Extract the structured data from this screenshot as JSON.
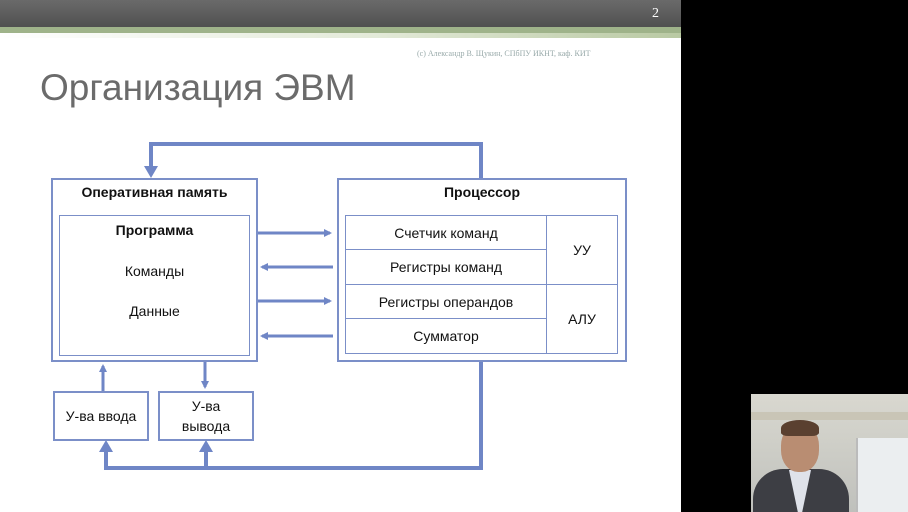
{
  "slide": {
    "page_number": "2",
    "credit": "(c) Александр В. Щукин, СПбПУ ИКНТ, каф. КИТ",
    "title": "Организация ЭВМ"
  },
  "diagram": {
    "memory": {
      "title": "Оперативная память",
      "program_title": "Программа",
      "commands": "Команды",
      "data": "Данные"
    },
    "processor": {
      "title": "Процессор",
      "rows": [
        "Счетчик команд",
        "Регистры команд",
        "Регистры операндов",
        "Сумматор"
      ],
      "uu": "УУ",
      "alu": "АЛУ"
    },
    "input_device": "У-ва ввода",
    "output_device_line1": "У-ва",
    "output_device_line2": "вывода"
  },
  "colors": {
    "box_border": "#7b8fc8",
    "arrow": "#6f86c6"
  }
}
